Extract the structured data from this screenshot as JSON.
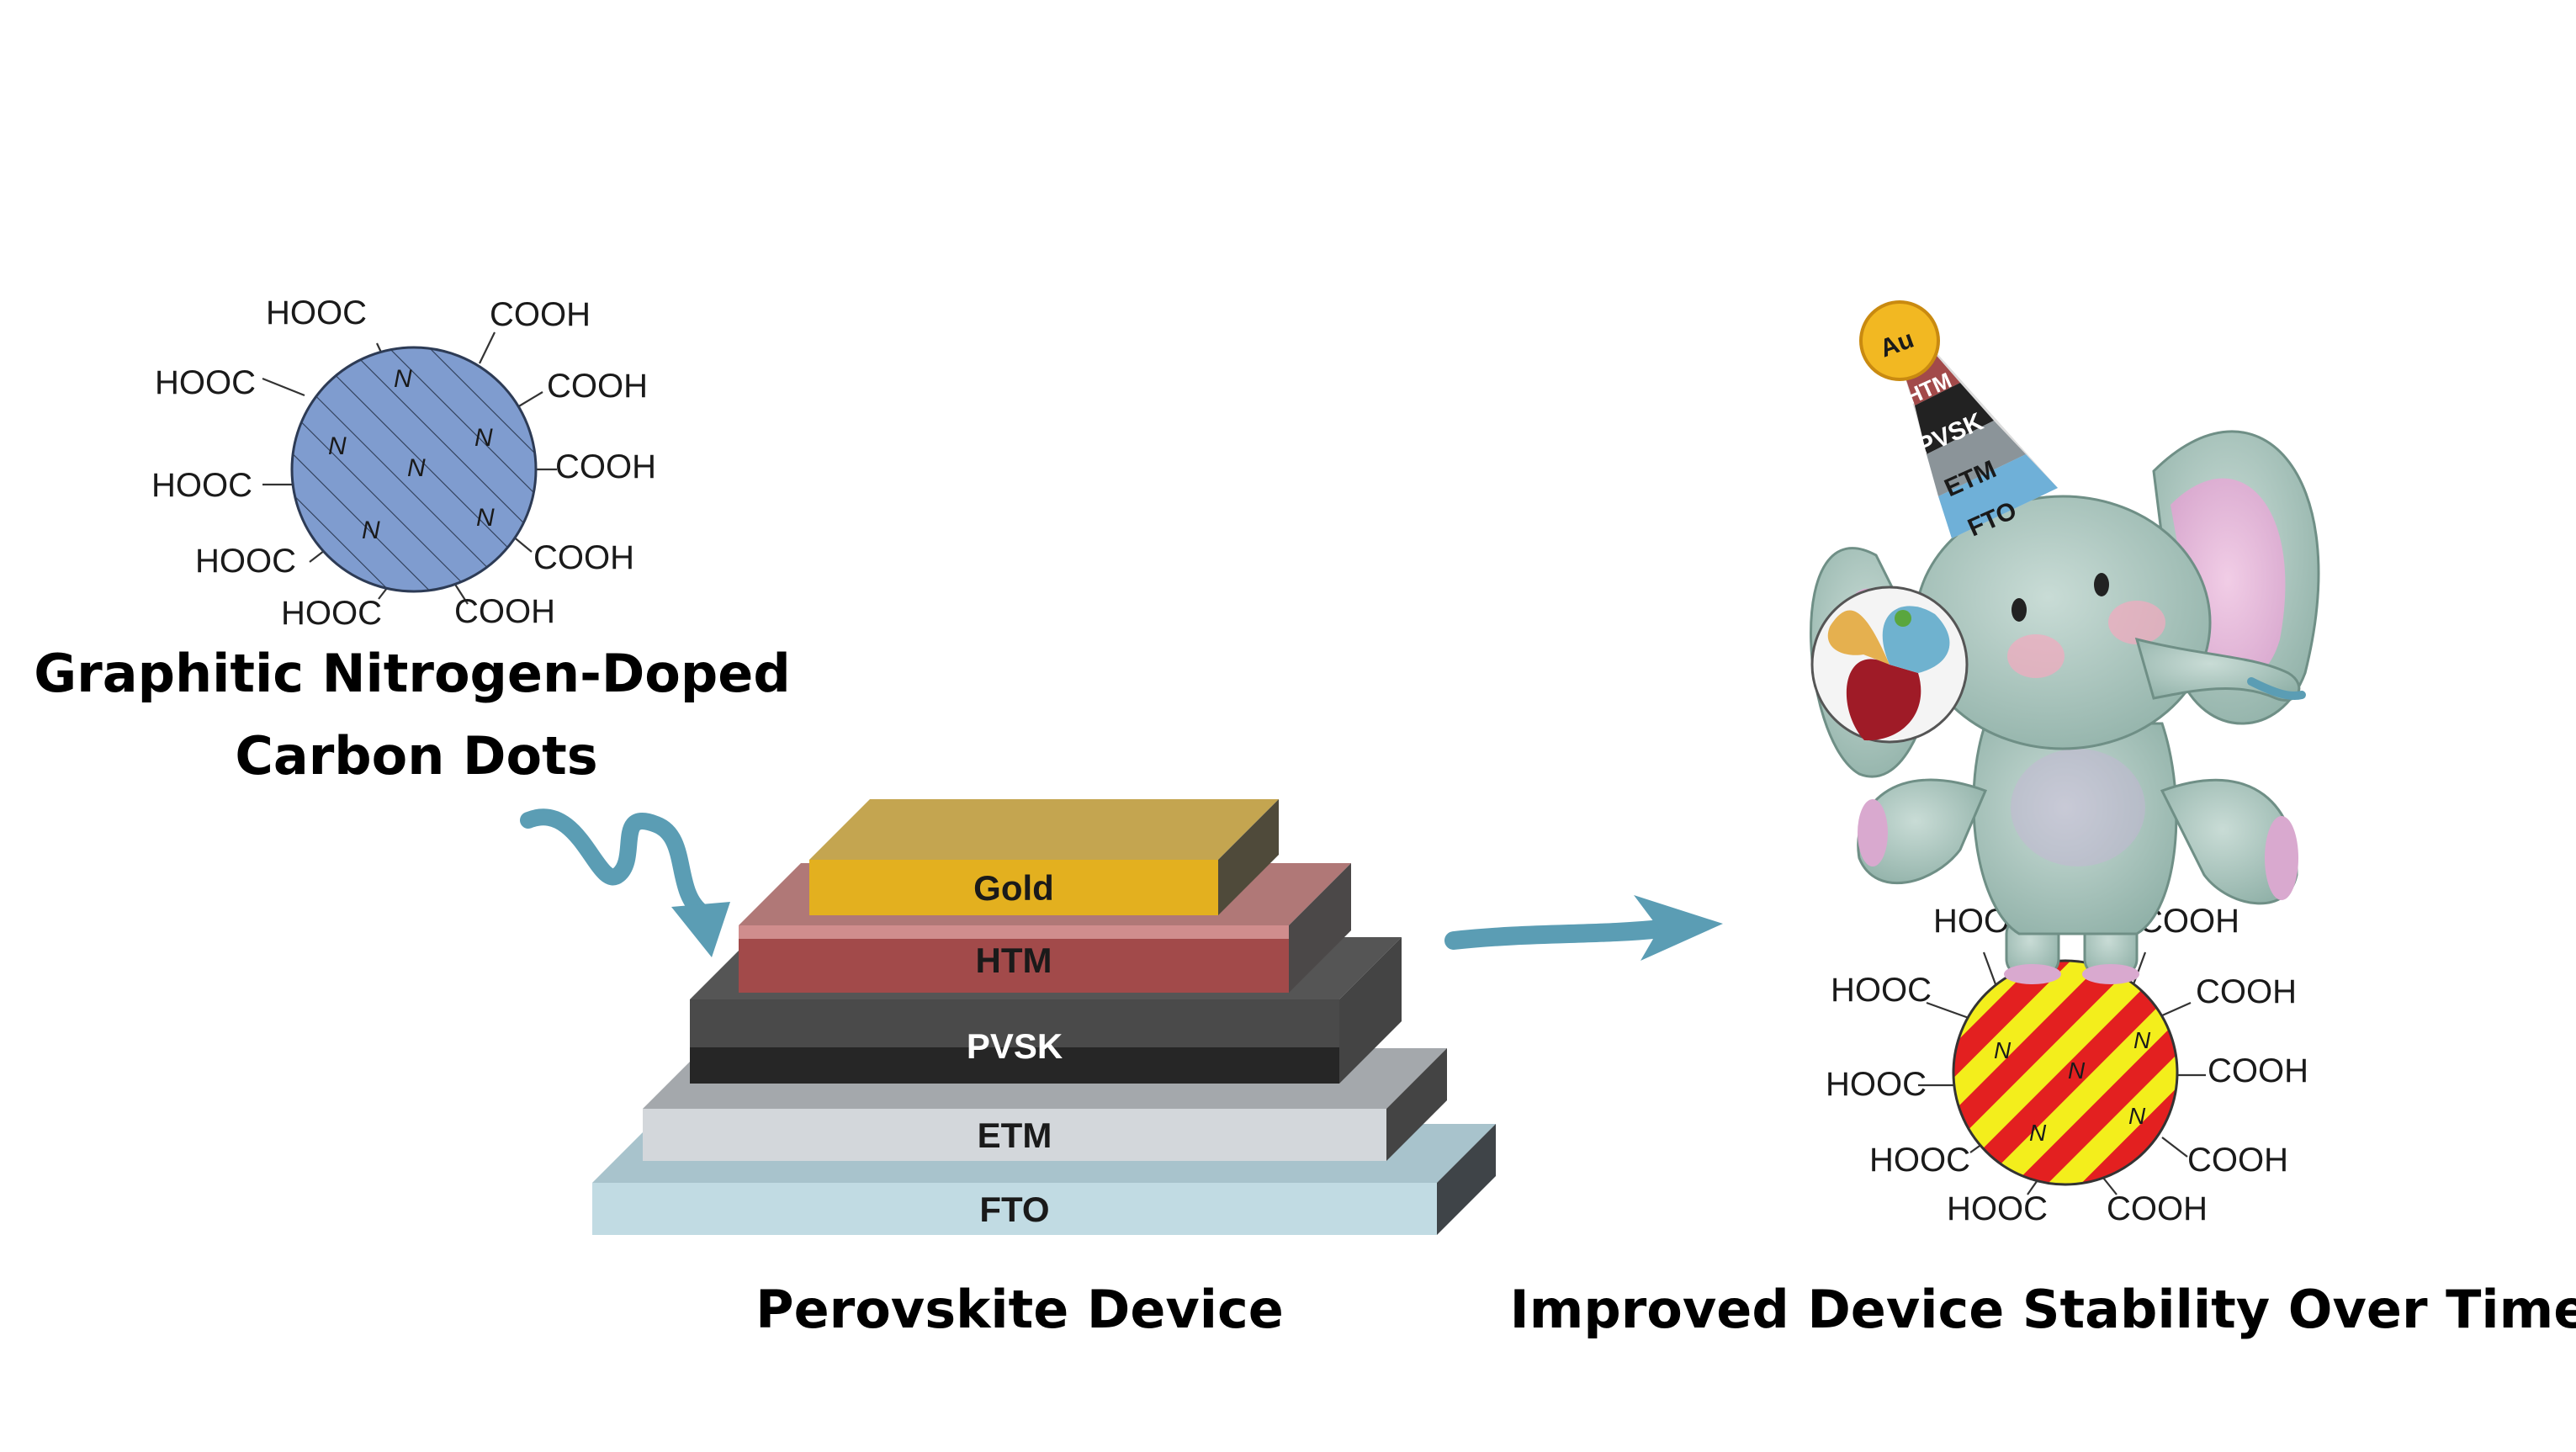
{
  "captions": {
    "dots_line1": "Graphitic Nitrogen-Doped",
    "dots_line2": "Carbon Dots",
    "device": "Perovskite Device",
    "stability": "Improved Device Stability Over Time"
  },
  "dot_groups": {
    "left": [
      "HOOC",
      "HOOC",
      "HOOC",
      "HOOC",
      "HOOC"
    ],
    "right": [
      "COOH",
      "COOH",
      "COOH",
      "COOH",
      "COOH"
    ],
    "nitrogen": "N"
  },
  "device_layers": [
    "Gold",
    "HTM",
    "PVSK",
    "ETM",
    "FTO"
  ],
  "hat_layers": [
    "Au",
    "HTM",
    "PVSK",
    "ETM",
    "FTO"
  ],
  "colors": {
    "dot_fill": "#7f9ccf",
    "arrow": "#5b9db4",
    "gold": "#e3b01f",
    "htm": "#a24a4a",
    "pvsk": "#333333",
    "etm": "#d3d7db",
    "fto": "#c1dbe3",
    "ball_red": "#e32020",
    "ball_yellow": "#f3ee1c"
  }
}
